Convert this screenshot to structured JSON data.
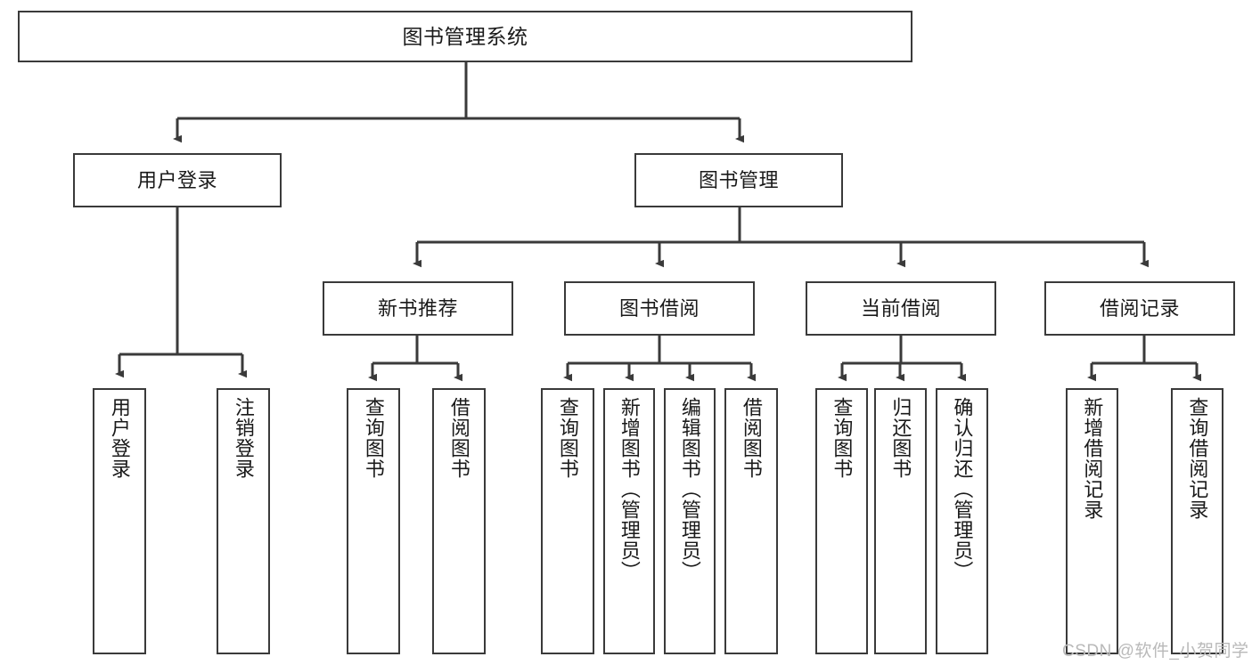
{
  "diagram": {
    "type": "tree",
    "title": "图书管理系统",
    "style": {
      "box_border_color": "#3a3a3a",
      "box_fill_color": "#ffffff",
      "connector_color": "#3a3a3a",
      "background_color": "#ffffff",
      "text_color": "#1a1a1a"
    },
    "levels": {
      "root": {
        "label": "图书管理系统"
      },
      "level2": [
        {
          "label": "用户登录"
        },
        {
          "label": "图书管理"
        }
      ],
      "level3": [
        {
          "label": "新书推荐"
        },
        {
          "label": "图书借阅"
        },
        {
          "label": "当前借阅"
        },
        {
          "label": "借阅记录"
        }
      ],
      "leaves": [
        {
          "label": "用户登录",
          "parent": "用户登录"
        },
        {
          "label": "注销登录",
          "parent": "用户登录"
        },
        {
          "label": "查询图书",
          "parent": "新书推荐"
        },
        {
          "label": "借阅图书",
          "parent": "新书推荐"
        },
        {
          "label": "查询图书",
          "parent": "图书借阅"
        },
        {
          "label": "新增图书（管理员）",
          "parent": "图书借阅"
        },
        {
          "label": "编辑图书（管理员）",
          "parent": "图书借阅"
        },
        {
          "label": "借阅图书",
          "parent": "图书借阅"
        },
        {
          "label": "查询图书",
          "parent": "当前借阅"
        },
        {
          "label": "归还图书",
          "parent": "当前借阅"
        },
        {
          "label": "确认归还（管理员）",
          "parent": "当前借阅"
        },
        {
          "label": "新增借阅记录",
          "parent": "借阅记录"
        },
        {
          "label": "查询借阅记录",
          "parent": "借阅记录"
        }
      ]
    }
  },
  "watermark": {
    "text": "CSDN @软件_小贺同学"
  }
}
